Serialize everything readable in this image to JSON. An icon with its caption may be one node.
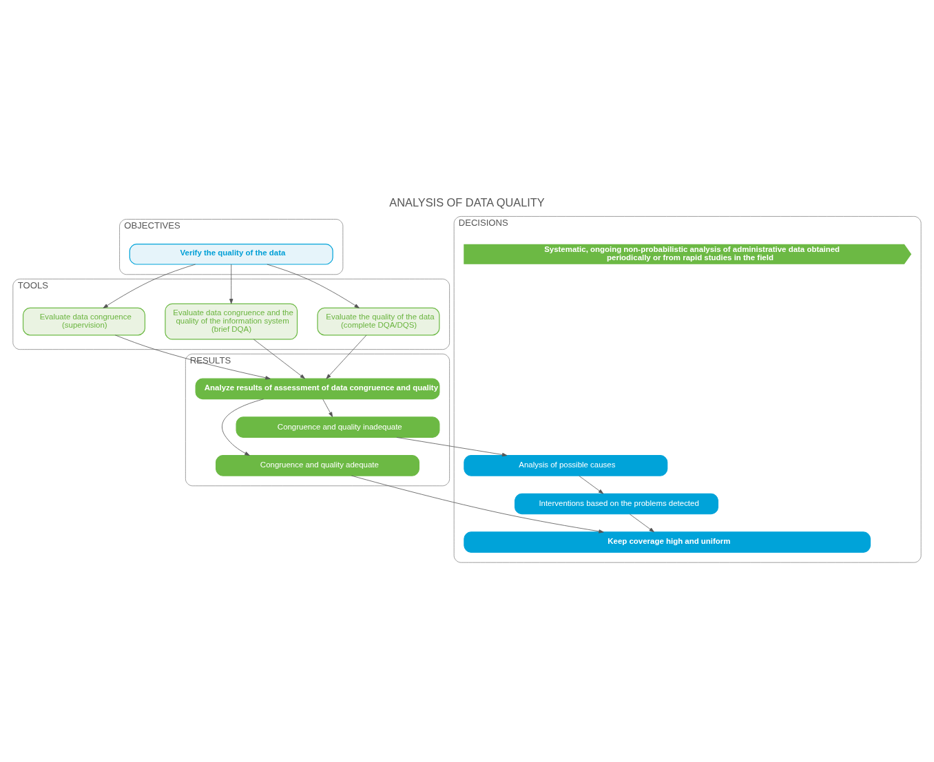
{
  "diagram": {
    "title": "ANALYSIS OF DATA QUALITY",
    "nodes": [
      {
        "text": [
          "OBJECTIVES"
        ]
      },
      {
        "text": [
          "Verify the quality of the data"
        ],
        "in": 0
      },
      {
        "text": [
          "TOOLS"
        ]
      },
      {
        "text": [
          "Evaluate the quality of the data (complete DQA/DQS)"
        ],
        "in": 2
      },
      {
        "text": [
          "Evaluate data congruence and the quality of the information system (brief DQA)"
        ],
        "in": 2
      },
      {
        "text": [
          "Evaluate data congruence (supervision)"
        ],
        "in": 2
      },
      {
        "text": [
          "RESULTS"
        ]
      },
      {
        "text": [
          "Analyze results of assessment of data congruence and quality"
        ],
        "in": 6
      },
      {
        "text": [
          "Congruence and quality adequate"
        ],
        "in": 6
      },
      {
        "text": [
          "Congruence and quality inadequate"
        ],
        "in": 6
      },
      {
        "text": [
          "DECISIONS"
        ]
      },
      {
        "text": [
          "Analysis of possible causes"
        ],
        "in": 10
      },
      {
        "text": [
          "Interventions based on the problems detected"
        ],
        "in": 10
      },
      {
        "text": [
          "Keep coverage high and uniform"
        ],
        "in": 10
      },
      {
        "text": [
          "Systematic, ongoing non-probabilistic analysis of administrative data obtained periodically or from rapid studies in the field"
        ],
        "in": 10
      }
    ],
    "edges": [
      {
        "from": 1,
        "to": 3,
        "arrow": "to"
      },
      {
        "from": 1,
        "to": 4,
        "arrow": "to"
      },
      {
        "from": 1,
        "to": 5,
        "arrow": "to"
      },
      {
        "from": 3,
        "to": 7,
        "arrow": "to"
      },
      {
        "from": 4,
        "to": 7,
        "arrow": "to"
      },
      {
        "from": 5,
        "to": 7,
        "arrow": "to"
      },
      {
        "from": 7,
        "to": 8,
        "arrow": "to"
      },
      {
        "from": 7,
        "to": 9,
        "arrow": "to"
      },
      {
        "from": 8,
        "to": 13,
        "arrow": "to"
      },
      {
        "from": 9,
        "to": 11,
        "arrow": "to"
      },
      {
        "from": 11,
        "to": 12,
        "arrow": "to"
      },
      {
        "from": 12,
        "to": 13,
        "arrow": "to"
      }
    ]
  }
}
